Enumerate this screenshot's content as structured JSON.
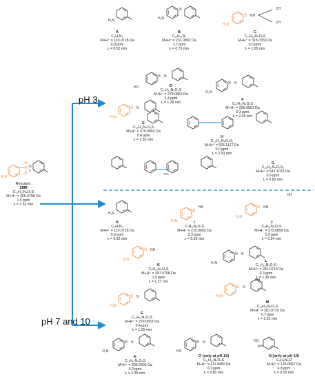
{
  "conditions": {
    "acidic": "pH 3",
    "neutral_basic": "pH 7 and 10"
  },
  "colors": {
    "arrow": "#1f8ad2",
    "highlight": "#e8883a",
    "bond": "#333333",
    "divider": "#1f8ad2"
  },
  "reactant": {
    "lead": "Reactant:",
    "id": "SMR",
    "formula": "C₁₁H₁₃N₄O₂S",
    "mz": "M+H⁺ = 265.0798 Da",
    "ppm": "1.5 ppm",
    "rt": "tᵣ = 1.53 min"
  },
  "products": [
    {
      "key": "A1",
      "id": "A",
      "formula": "C₅H₇N₃",
      "mz": "M+H⁺ = 110.0718 Da",
      "ppm": "0.0 ppm",
      "rt": "tᵣ = 0.52 min"
    },
    {
      "key": "B",
      "id": "B",
      "formula": "C₁₁H₁₂N₄",
      "mz": "M+H⁺ = 231.0882 Da",
      "ppm": "1.7 ppm",
      "rt": "tᵣ = 0.79 min"
    },
    {
      "key": "C",
      "id": "C",
      "formula": "C₁₃H₁₆N₄O₅S",
      "mz": "M+H⁺ = 315.0763 Da",
      "ppm": "0.0 ppm",
      "rt": "tᵣ = 1.05 min"
    },
    {
      "key": "D",
      "id": "D",
      "formula": "C₁₁H₁₃N₄O₃S",
      "mz": "M+H⁺ = 279.0552 Da",
      "ppm": "1.4 ppm",
      "rt": "tᵣ = 1.28 min"
    },
    {
      "key": "F1",
      "id": "F",
      "formula": "C₁₁H₁₁N₄O₄S",
      "mz": "M+H⁺ = 295.0501 Da",
      "ppm": "0.3 ppm",
      "rt": "tᵣ = 2.39 min"
    },
    {
      "key": "E1",
      "id": "E",
      "formula": "C₁₁H₁₁N₄O₃S",
      "mz": "M+H⁺ = 279.0552 Da",
      "ppm": "0.4 ppm",
      "rt": "tᵣ = 1.55 min"
    },
    {
      "key": "H",
      "id": "H",
      "formula": "C₂₂H₂₁N₈O₄S₂",
      "mz": "M+H⁺ = 525.1127 Da",
      "ppm": "0.0 ppm",
      "rt": "tᵣ = 2.93 min"
    },
    {
      "key": "G",
      "id": "G",
      "formula": "C₂₂H₂₁N₈O₅S₂",
      "mz": "M+H⁺ = 541.1076 Da",
      "ppm": "0.9 ppm",
      "rt": "tᵣ = 2.80 min"
    },
    {
      "key": "A2",
      "id": "A",
      "formula": "C₅H₇N₃",
      "mz": "M+H⁺ = 110.0718 Da",
      "ppm": "0.0 ppm",
      "rt": "tᵣ = 0.52 min"
    },
    {
      "key": "I",
      "id": "I",
      "formula": "C₇H₁₁N₄O₂S",
      "mz": "M+H⁺ = 215.0603 Da",
      "ppm": "2.3 ppm",
      "rt": "tᵣ = 0.59 min"
    },
    {
      "key": "J",
      "id": "J",
      "formula": "C₉H₁₃N₄O₄S",
      "mz": "M+H⁺ = 273.0658 Da",
      "ppm": "1.9 ppm",
      "rt": "tᵣ = 0.54 min"
    },
    {
      "key": "K",
      "id": "K",
      "formula": "C₉H₁₃N₄O₃S",
      "mz": "M+H⁺ = 257.0708 Da",
      "ppm": "1.9 ppm",
      "rt": "tᵣ = 1.27 min"
    },
    {
      "key": "L",
      "id": "L",
      "formula": "C₁₁H₁₃N₄O₃S",
      "mz": "M+H⁺ = 281.0710 Da",
      "ppm": "0.3 ppm",
      "rt": "tᵣ = 1.36 min"
    },
    {
      "key": "E2",
      "id": "E",
      "formula": "C₁₁H₁₁N₄O₃S",
      "mz": "M+H⁺ = 279.0552 Da",
      "ppm": "0.4 ppm",
      "rt": "tᵣ = 1.55 min"
    },
    {
      "key": "M",
      "id": "M",
      "formula": "C₁₁H₁₃N₄O₄S",
      "mz": "M+H⁺ = 281.0710 Da",
      "ppm": "0.7 ppm",
      "rt": "tᵣ = 1.52 min"
    },
    {
      "key": "F2",
      "id": "E",
      "formula": "C₁₁H₁₁N₄O₄S",
      "mz": "M+H⁺ = 295.0501 Da",
      "ppm": "0.3 ppm",
      "rt": "tᵣ = 2.39 min"
    },
    {
      "key": "O",
      "id": "O (only at pH 10)",
      "formula": "C₁₁H₁₃N₄O₄S",
      "mz": "M+H⁺ = 311.0450 Da",
      "ppm": "0.3 ppm",
      "rt": "tᵣ = 2.80 min"
    },
    {
      "key": "N",
      "id": "N (only at pH 10)",
      "formula": "C₅H₈N₃O",
      "mz": "M+H⁺ = 126.0667 Da",
      "ppm": "4.8 ppm",
      "rt": "tᵣ = 0.53 min"
    }
  ],
  "atoms": {
    "h2n": "H₂N",
    "nh2": "NH₂",
    "n": "N",
    "h": "H",
    "nh": "NH",
    "s": "S",
    "o": "O",
    "oh": "OH",
    "ho": "HO",
    "o2n": "O₂N",
    "hn": "HN"
  }
}
